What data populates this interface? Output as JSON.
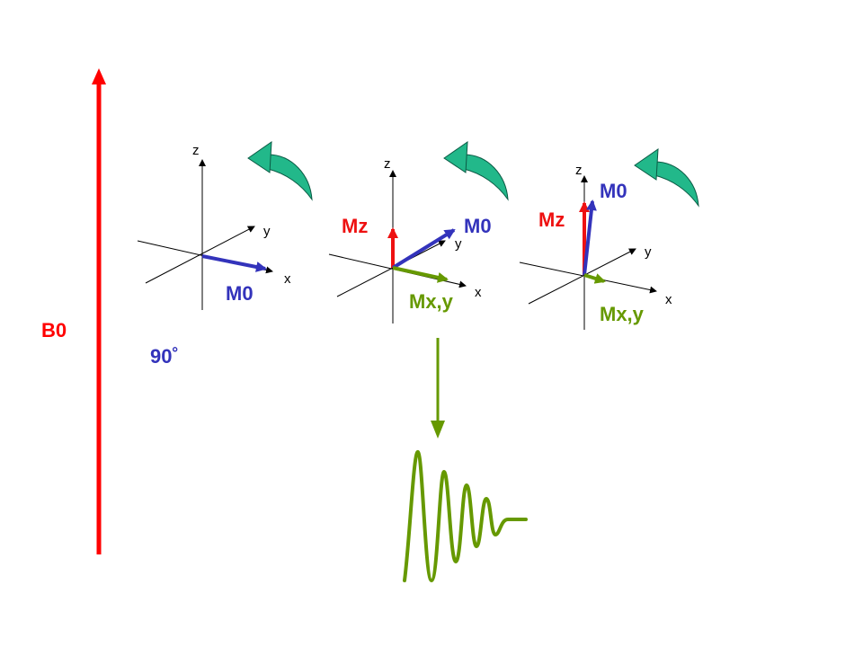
{
  "b0_label": "B0",
  "flip_label": "90˚",
  "colors": {
    "b0": "#ff0000",
    "m0": "#3333bb",
    "mz": "#ee1111",
    "mxy": "#669900",
    "rotation": "#22b88a",
    "axis": "#000000"
  },
  "panels": [
    {
      "axis_z": "z",
      "axis_y": "y",
      "axis_x": "x",
      "m0_label": "M0"
    },
    {
      "axis_z": "z",
      "axis_y": "y",
      "axis_x": "x",
      "m0_label": "M0",
      "mz_label": "Mz",
      "mxy_label": "Mx,y"
    },
    {
      "axis_z": "z",
      "axis_y": "y",
      "axis_x": "x",
      "m0_label": "M0",
      "mz_label": "Mz",
      "mxy_label": "Mx,y"
    }
  ],
  "icons": {
    "rotation": "curved-rotation-arrow-icon",
    "signal": "fid-signal-icon"
  }
}
